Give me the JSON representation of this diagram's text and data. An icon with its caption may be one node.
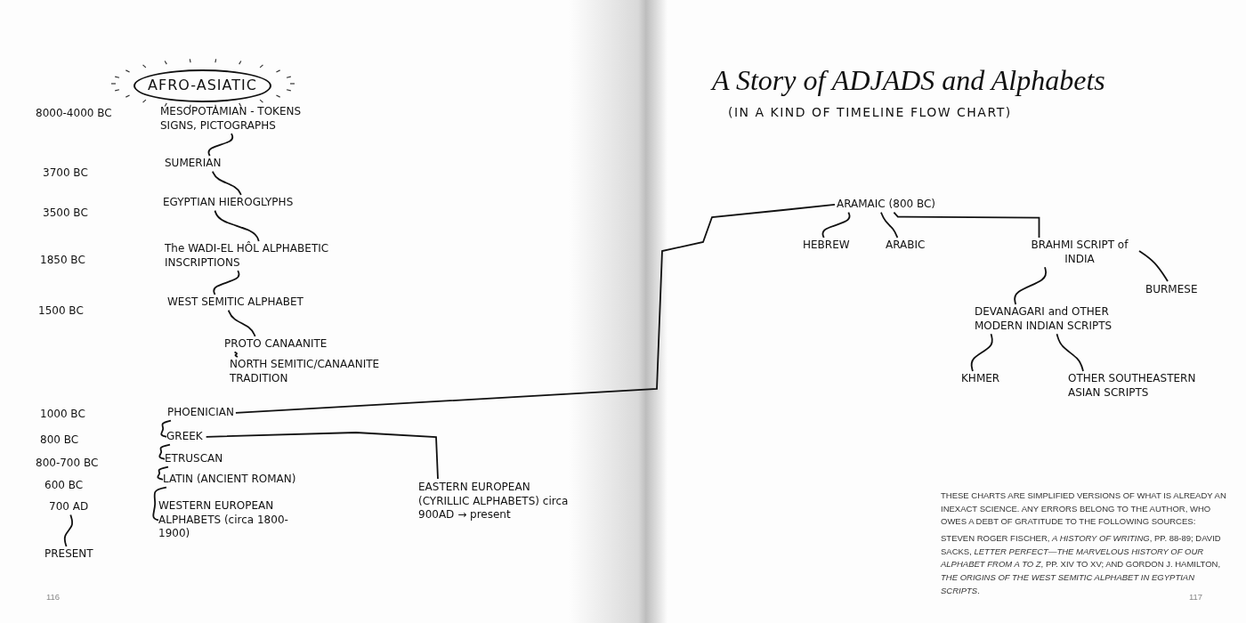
{
  "diagram": {
    "title": "A Story of ADJADS and Alphabets",
    "caption": "(IN A KIND OF TIMELINE FLOW CHART)",
    "nodes": [
      {
        "text": [
          "AFRO-ASIATIC"
        ]
      },
      {
        "text": [
          "MESOPOTAMIAN - TOKENS SIGNS, PICTOGRAPHS"
        ]
      },
      {
        "text": [
          "SUMERIAN"
        ]
      },
      {
        "text": [
          "EGYPTIAN HIEROGLYPHS"
        ]
      },
      {
        "text": [
          "The WADI-EL HÔL ALPHABETIC INSCRIPTIONS"
        ]
      },
      {
        "text": [
          "WEST SEMITIC ALPHABET"
        ]
      },
      {
        "text": [
          "PROTO CANAANITE"
        ]
      },
      {
        "text": [
          "NORTH SEMITIC/CANAANITE TRADITION"
        ]
      },
      {
        "text": [
          "PHOENICIAN"
        ]
      },
      {
        "text": [
          "GREEK"
        ]
      },
      {
        "text": [
          "ETRUSCAN"
        ]
      },
      {
        "text": [
          "LATIN (ANCIENT ROMAN)"
        ]
      },
      {
        "text": [
          "WESTERN EUROPEAN ALPHABETS (circa 1800-1900)"
        ]
      },
      {
        "text": [
          "EASTERN EUROPEAN (CYRILLIC ALPHABETS) circa 900AD → present"
        ]
      },
      {
        "text": [
          "ARAMAIC (800 BC)"
        ]
      },
      {
        "text": [
          "HEBREW"
        ]
      },
      {
        "text": [
          "ARABIC"
        ]
      },
      {
        "text": [
          "BRAHMI SCRIPT of INDIA"
        ]
      },
      {
        "text": [
          "BURMESE"
        ]
      },
      {
        "text": [
          "DEVANAGARI and OTHER MODERN INDIAN SCRIPTS"
        ]
      },
      {
        "text": [
          "KHMER"
        ]
      },
      {
        "text": [
          "OTHER SOUTHEASTERN ASIAN SCRIPTS"
        ]
      },
      {
        "text": [
          "700 AD"
        ]
      },
      {
        "text": [
          "PRESENT"
        ]
      }
    ],
    "edges": [
      {
        "from": 1,
        "to": 2,
        "arrow": "none"
      },
      {
        "from": 2,
        "to": 3,
        "arrow": "none"
      },
      {
        "from": 3,
        "to": 4,
        "arrow": "none"
      },
      {
        "from": 4,
        "to": 5,
        "arrow": "none"
      },
      {
        "from": 5,
        "to": 6,
        "arrow": "none"
      },
      {
        "from": 6,
        "to": 7,
        "arrow": "none"
      },
      {
        "from": 8,
        "to": 9,
        "arrow": "none"
      },
      {
        "from": 9,
        "to": 10,
        "arrow": "none"
      },
      {
        "from": 10,
        "to": 11,
        "arrow": "none"
      },
      {
        "from": 11,
        "to": 12,
        "arrow": "none"
      },
      {
        "from": 8,
        "to": 14,
        "arrow": "none"
      },
      {
        "from": 9,
        "to": 13,
        "arrow": "none"
      },
      {
        "from": 14,
        "to": 15,
        "arrow": "none"
      },
      {
        "from": 14,
        "to": 16,
        "arrow": "none"
      },
      {
        "from": 14,
        "to": 17,
        "arrow": "none"
      },
      {
        "from": 17,
        "to": 19,
        "arrow": "none"
      },
      {
        "from": 17,
        "to": 18,
        "arrow": "none"
      },
      {
        "from": 19,
        "to": 20,
        "arrow": "none"
      },
      {
        "from": 19,
        "to": 21,
        "arrow": "none"
      },
      {
        "from": 22,
        "to": 23,
        "arrow": "none"
      }
    ],
    "labels": [
      "8000-4000 BC",
      "3700 BC",
      "3500 BC",
      "1850 BC",
      "1500 BC",
      "1000 BC",
      "800 BC",
      "800-700 BC",
      "600 BC",
      "THESE CHARTS ARE SIMPLIFIED VERSIONS OF WHAT IS ALREADY AN INEXACT SCIENCE. ANY ERRORS BELONG TO THE AUTHOR, WHO OWES A DEBT OF GRATITUDE TO THE FOLLOWING SOURCES:",
      "STEVEN ROGER FISCHER, *A HISTORY OF WRITING*, PP. 88-89; DAVID SACKS, *LETTER PERFECT—THE MARVELOUS HISTORY OF OUR ALPHABET FROM A TO Z*, PP. XIV TO XV; AND GORDON J. HAMILTON, *THE ORIGINS OF THE WEST SEMITIC ALPHABET IN EGYPTIAN SCRIPTS*.",
      "116",
      "117"
    ]
  }
}
